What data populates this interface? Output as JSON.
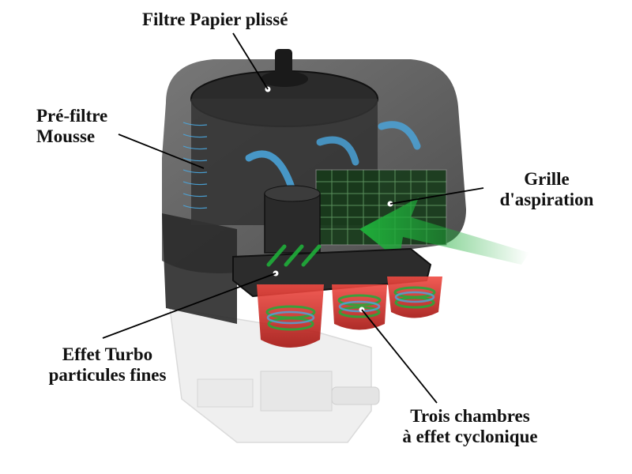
{
  "labels": {
    "paper_filter": "Filtre Papier plissé",
    "foam_prefilter": [
      "Pré-filtre",
      "Mousse"
    ],
    "intake_grille": [
      "Grille",
      "d'aspiration"
    ],
    "turbo_effect": [
      "Effet Turbo",
      "particules fines"
    ],
    "cyclone_chambers": [
      "Trois chambres",
      "à effet cyclonique"
    ]
  },
  "colors": {
    "housing": "#3a3a3a",
    "housing_dark": "#1e1e1e",
    "cyclone_red": "#d8231f",
    "airflow_green": "#1fae3a",
    "airflow_blue": "#4aa8e0",
    "engine_ghost": "#d8d8d8",
    "leader_line": "#000000"
  }
}
